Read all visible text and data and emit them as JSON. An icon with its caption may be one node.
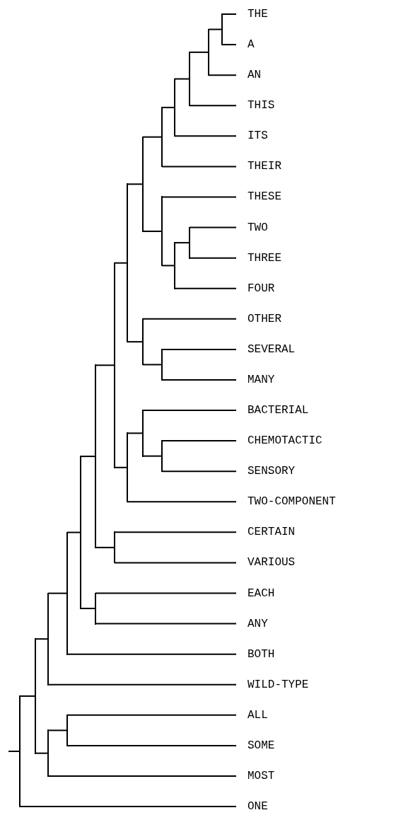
{
  "diagram": {
    "nodes": [
      {
        "text": [
          "THE"
        ]
      },
      {
        "text": [
          "A"
        ]
      },
      {
        "text": [
          "AN"
        ]
      },
      {
        "text": [
          "THIS"
        ]
      },
      {
        "text": [
          "ITS"
        ]
      },
      {
        "text": [
          "THEIR"
        ]
      },
      {
        "text": [
          "THESE"
        ]
      },
      {
        "text": [
          "TWO"
        ]
      },
      {
        "text": [
          "THREE"
        ]
      },
      {
        "text": [
          "FOUR"
        ]
      },
      {
        "text": [
          "OTHER"
        ]
      },
      {
        "text": [
          "SEVERAL"
        ]
      },
      {
        "text": [
          "MANY"
        ]
      },
      {
        "text": [
          "BACTERIAL"
        ]
      },
      {
        "text": [
          "CHEMOTACTIC"
        ]
      },
      {
        "text": [
          "SENSORY"
        ]
      },
      {
        "text": [
          "TWO-COMPONENT"
        ]
      },
      {
        "text": [
          "CERTAIN"
        ]
      },
      {
        "text": [
          "VARIOUS"
        ]
      },
      {
        "text": [
          "EACH"
        ]
      },
      {
        "text": [
          "ANY"
        ]
      },
      {
        "text": [
          "BOTH"
        ]
      },
      {
        "text": [
          "WILD-TYPE"
        ]
      },
      {
        "text": [
          "ALL"
        ]
      },
      {
        "text": [
          "SOME"
        ]
      },
      {
        "text": [
          "MOST"
        ]
      },
      {
        "text": [
          "ONE"
        ]
      },
      {
        "text": [],
        "shape": "bar"
      },
      {
        "text": [],
        "shape": "bar"
      },
      {
        "text": [],
        "shape": "bar"
      },
      {
        "text": [],
        "shape": "bar"
      },
      {
        "text": [],
        "shape": "bar"
      },
      {
        "text": [],
        "shape": "bar"
      },
      {
        "text": [],
        "shape": "bar"
      },
      {
        "text": [],
        "shape": "bar"
      },
      {
        "text": [],
        "shape": "bar"
      },
      {
        "text": [],
        "shape": "bar"
      },
      {
        "text": [],
        "shape": "bar"
      },
      {
        "text": [],
        "shape": "bar"
      },
      {
        "text": [],
        "shape": "bar"
      },
      {
        "text": [],
        "shape": "bar"
      },
      {
        "text": [],
        "shape": "bar"
      },
      {
        "text": [],
        "shape": "bar"
      },
      {
        "text": [],
        "shape": "bar"
      },
      {
        "text": [],
        "shape": "bar"
      },
      {
        "text": [],
        "shape": "bar"
      },
      {
        "text": [],
        "shape": "bar"
      },
      {
        "text": [],
        "shape": "bar"
      },
      {
        "text": [],
        "shape": "bar"
      },
      {
        "text": [],
        "shape": "bar"
      },
      {
        "text": [],
        "shape": "bar"
      },
      {
        "text": [],
        "shape": "bar"
      },
      {
        "text": [],
        "shape": "bar"
      }
    ],
    "edges": [
      {
        "from": 27,
        "to": 0,
        "arrow": "none"
      },
      {
        "from": 27,
        "to": 1,
        "arrow": "none"
      },
      {
        "from": 28,
        "to": 27,
        "arrow": "none"
      },
      {
        "from": 28,
        "to": 2,
        "arrow": "none"
      },
      {
        "from": 29,
        "to": 28,
        "arrow": "none"
      },
      {
        "from": 29,
        "to": 3,
        "arrow": "none"
      },
      {
        "from": 30,
        "to": 29,
        "arrow": "none"
      },
      {
        "from": 30,
        "to": 4,
        "arrow": "none"
      },
      {
        "from": 31,
        "to": 30,
        "arrow": "none"
      },
      {
        "from": 31,
        "to": 5,
        "arrow": "none"
      },
      {
        "from": 32,
        "to": 7,
        "arrow": "none"
      },
      {
        "from": 32,
        "to": 8,
        "arrow": "none"
      },
      {
        "from": 33,
        "to": 32,
        "arrow": "none"
      },
      {
        "from": 33,
        "to": 9,
        "arrow": "none"
      },
      {
        "from": 34,
        "to": 6,
        "arrow": "none"
      },
      {
        "from": 34,
        "to": 33,
        "arrow": "none"
      },
      {
        "from": 35,
        "to": 31,
        "arrow": "none"
      },
      {
        "from": 35,
        "to": 34,
        "arrow": "none"
      },
      {
        "from": 36,
        "to": 11,
        "arrow": "none"
      },
      {
        "from": 36,
        "to": 12,
        "arrow": "none"
      },
      {
        "from": 37,
        "to": 10,
        "arrow": "none"
      },
      {
        "from": 37,
        "to": 36,
        "arrow": "none"
      },
      {
        "from": 38,
        "to": 35,
        "arrow": "none"
      },
      {
        "from": 38,
        "to": 37,
        "arrow": "none"
      },
      {
        "from": 39,
        "to": 14,
        "arrow": "none"
      },
      {
        "from": 39,
        "to": 15,
        "arrow": "none"
      },
      {
        "from": 40,
        "to": 13,
        "arrow": "none"
      },
      {
        "from": 40,
        "to": 39,
        "arrow": "none"
      },
      {
        "from": 41,
        "to": 40,
        "arrow": "none"
      },
      {
        "from": 41,
        "to": 16,
        "arrow": "none"
      },
      {
        "from": 42,
        "to": 38,
        "arrow": "none"
      },
      {
        "from": 42,
        "to": 41,
        "arrow": "none"
      },
      {
        "from": 43,
        "to": 17,
        "arrow": "none"
      },
      {
        "from": 43,
        "to": 18,
        "arrow": "none"
      },
      {
        "from": 44,
        "to": 42,
        "arrow": "none"
      },
      {
        "from": 44,
        "to": 43,
        "arrow": "none"
      },
      {
        "from": 45,
        "to": 19,
        "arrow": "none"
      },
      {
        "from": 45,
        "to": 20,
        "arrow": "none"
      },
      {
        "from": 46,
        "to": 44,
        "arrow": "none"
      },
      {
        "from": 46,
        "to": 45,
        "arrow": "none"
      },
      {
        "from": 47,
        "to": 46,
        "arrow": "none"
      },
      {
        "from": 47,
        "to": 21,
        "arrow": "none"
      },
      {
        "from": 48,
        "to": 47,
        "arrow": "none"
      },
      {
        "from": 48,
        "to": 22,
        "arrow": "none"
      },
      {
        "from": 49,
        "to": 23,
        "arrow": "none"
      },
      {
        "from": 49,
        "to": 24,
        "arrow": "none"
      },
      {
        "from": 50,
        "to": 49,
        "arrow": "none"
      },
      {
        "from": 50,
        "to": 25,
        "arrow": "none"
      },
      {
        "from": 51,
        "to": 48,
        "arrow": "none"
      },
      {
        "from": 51,
        "to": 50,
        "arrow": "none"
      },
      {
        "from": 52,
        "to": 51,
        "arrow": "none"
      },
      {
        "from": 52,
        "to": 26,
        "arrow": "none"
      },
      {
        "from": null,
        "to": 52,
        "arrow": "none"
      }
    ]
  }
}
